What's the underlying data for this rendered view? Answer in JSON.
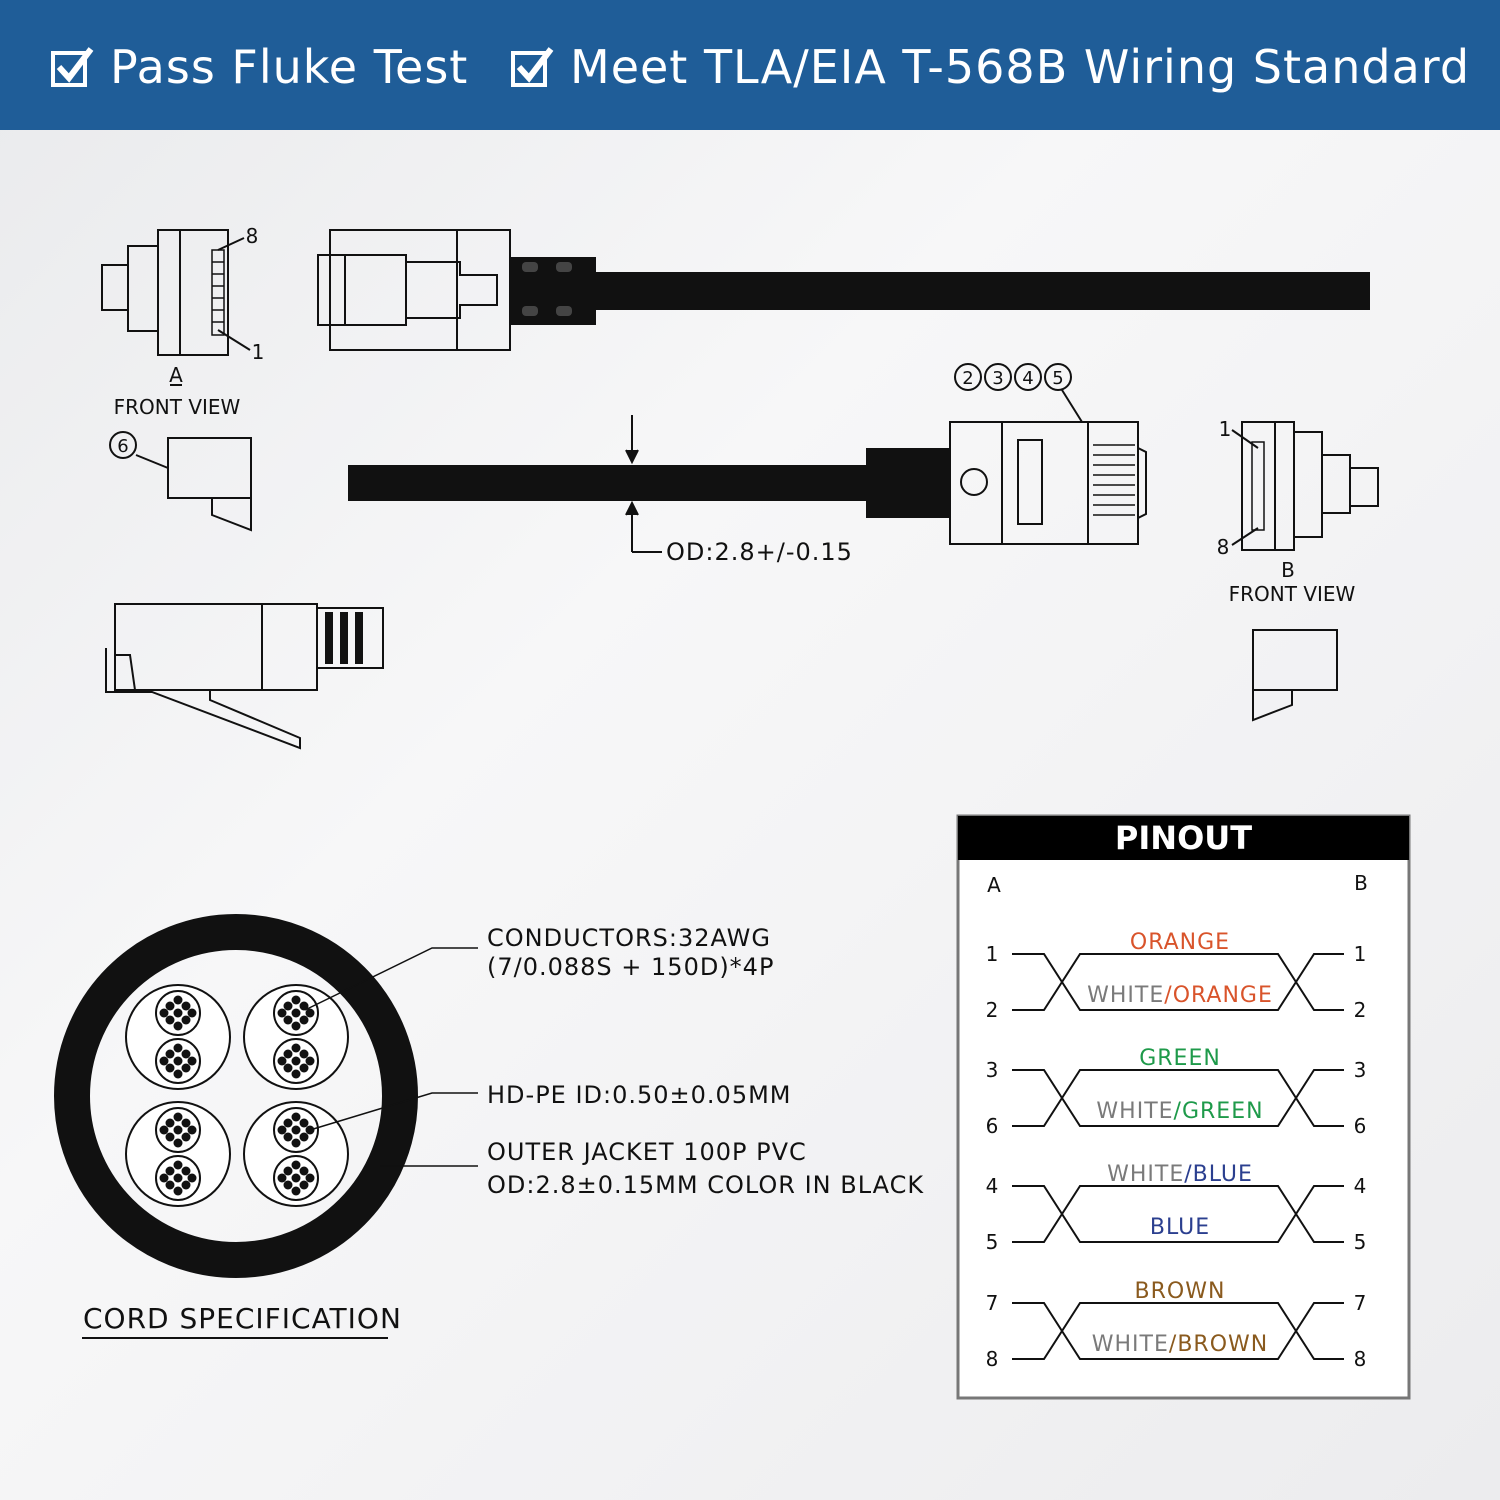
{
  "header": {
    "badges": [
      {
        "label": "Pass Fluke Test",
        "icon": "checkbox-checked-icon"
      },
      {
        "label": "Meet TLA/EIA T-568B Wiring Standard",
        "icon": "checkbox-checked-icon"
      }
    ],
    "background_color": "#1f5d98"
  },
  "drawing": {
    "connector_a": {
      "label": "A",
      "view": "FRONT VIEW",
      "pin_first": "1",
      "pin_last": "8",
      "callout": "6"
    },
    "connector_b": {
      "label": "B",
      "view": "FRONT VIEW",
      "pin_first": "1",
      "pin_last": "8",
      "callouts": [
        "2",
        "3",
        "4",
        "5"
      ]
    },
    "od_label": "OD:2.8+/-0.15"
  },
  "cord_spec": {
    "title": "CORD SPECIFICATION",
    "conductors_line1": "CONDUCTORS:32AWG",
    "conductors_line2": "(7/0.088S + 150D)*4P",
    "insulation": "HD-PE ID:0.50±0.05MM",
    "jacket_line1": "OUTER JACKET 100P PVC",
    "jacket_line2": "OD:2.8±0.15MM COLOR IN BLACK"
  },
  "pinout": {
    "title": "PINOUT",
    "side_a": "A",
    "side_b": "B",
    "separator": "/",
    "white_label": "WHITE",
    "pairs": [
      {
        "pins": [
          "1",
          "2"
        ],
        "top": {
          "white": false,
          "color": "ORANGE"
        },
        "inner": {
          "white": true,
          "color": "ORANGE"
        },
        "hex": "#d9542b"
      },
      {
        "pins": [
          "3",
          "6"
        ],
        "top": {
          "white": false,
          "color": "GREEN"
        },
        "inner": {
          "white": true,
          "color": "GREEN"
        },
        "hex": "#1e9a4a"
      },
      {
        "pins": [
          "4",
          "5"
        ],
        "top": {
          "white": true,
          "color": "BLUE"
        },
        "inner": {
          "white": false,
          "color": "BLUE"
        },
        "hex": "#2b3f8f"
      },
      {
        "pins": [
          "7",
          "8"
        ],
        "top": {
          "white": false,
          "color": "BROWN"
        },
        "inner": {
          "white": true,
          "color": "BROWN"
        },
        "hex": "#8a5a1e"
      }
    ]
  }
}
